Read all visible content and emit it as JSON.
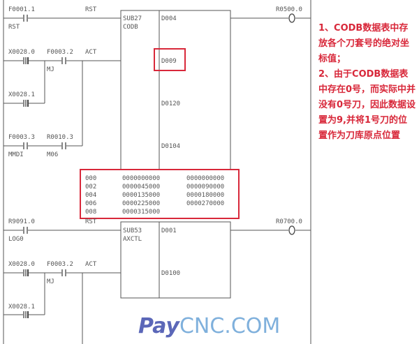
{
  "rung1": {
    "contact_addr": "F0001.1",
    "contact_sym": "RST",
    "input_label": "RST",
    "act_contacts": [
      {
        "addr": "X0028.0"
      },
      {
        "addr": "F0003.2",
        "sym": "MJ"
      },
      {
        "addr": "X0028.1"
      },
      {
        "addr": "F0003.3",
        "sym": "MMDI"
      },
      {
        "addr": "R0010.3",
        "sym": "M06"
      }
    ],
    "act_label": "ACT",
    "block": {
      "name": "SUB27",
      "func": "CODB",
      "params": [
        "D004",
        "D009",
        "D0120",
        "D0104"
      ]
    },
    "coil": "R0500.0"
  },
  "table": {
    "rows": [
      [
        "000",
        "0000000000",
        "0000000000"
      ],
      [
        "002",
        "0000045000",
        "0000090000"
      ],
      [
        "004",
        "0000135000",
        "0000180000"
      ],
      [
        "006",
        "0000225000",
        "0000270000"
      ],
      [
        "008",
        "0000315000",
        ""
      ]
    ]
  },
  "rung2": {
    "contact_addr": "R9091.0",
    "contact_sym": "LOG0",
    "input_label": "RST",
    "act_contacts": [
      {
        "addr": "X0028.0"
      },
      {
        "addr": "F0003.2",
        "sym": "MJ"
      },
      {
        "addr": "X0028.1"
      }
    ],
    "act_label": "ACT",
    "block": {
      "name": "SUB53",
      "func": "AXCTL",
      "params": [
        "D001",
        "D0100"
      ]
    },
    "coil": "R0700.0"
  },
  "note": {
    "line1": "1、CODB数据表中存放各个刀套号的绝对坐标值；",
    "line2": "2、由于CODB数据表中存在0号，而实际中并没有0号刀，因此数据设置为9,并将1号刀的位置作为刀库原点位置"
  },
  "watermark": {
    "part1": "Pay",
    "part2": "CNC.COM"
  },
  "colors": {
    "highlight": "#d8283a",
    "line": "#555555"
  }
}
